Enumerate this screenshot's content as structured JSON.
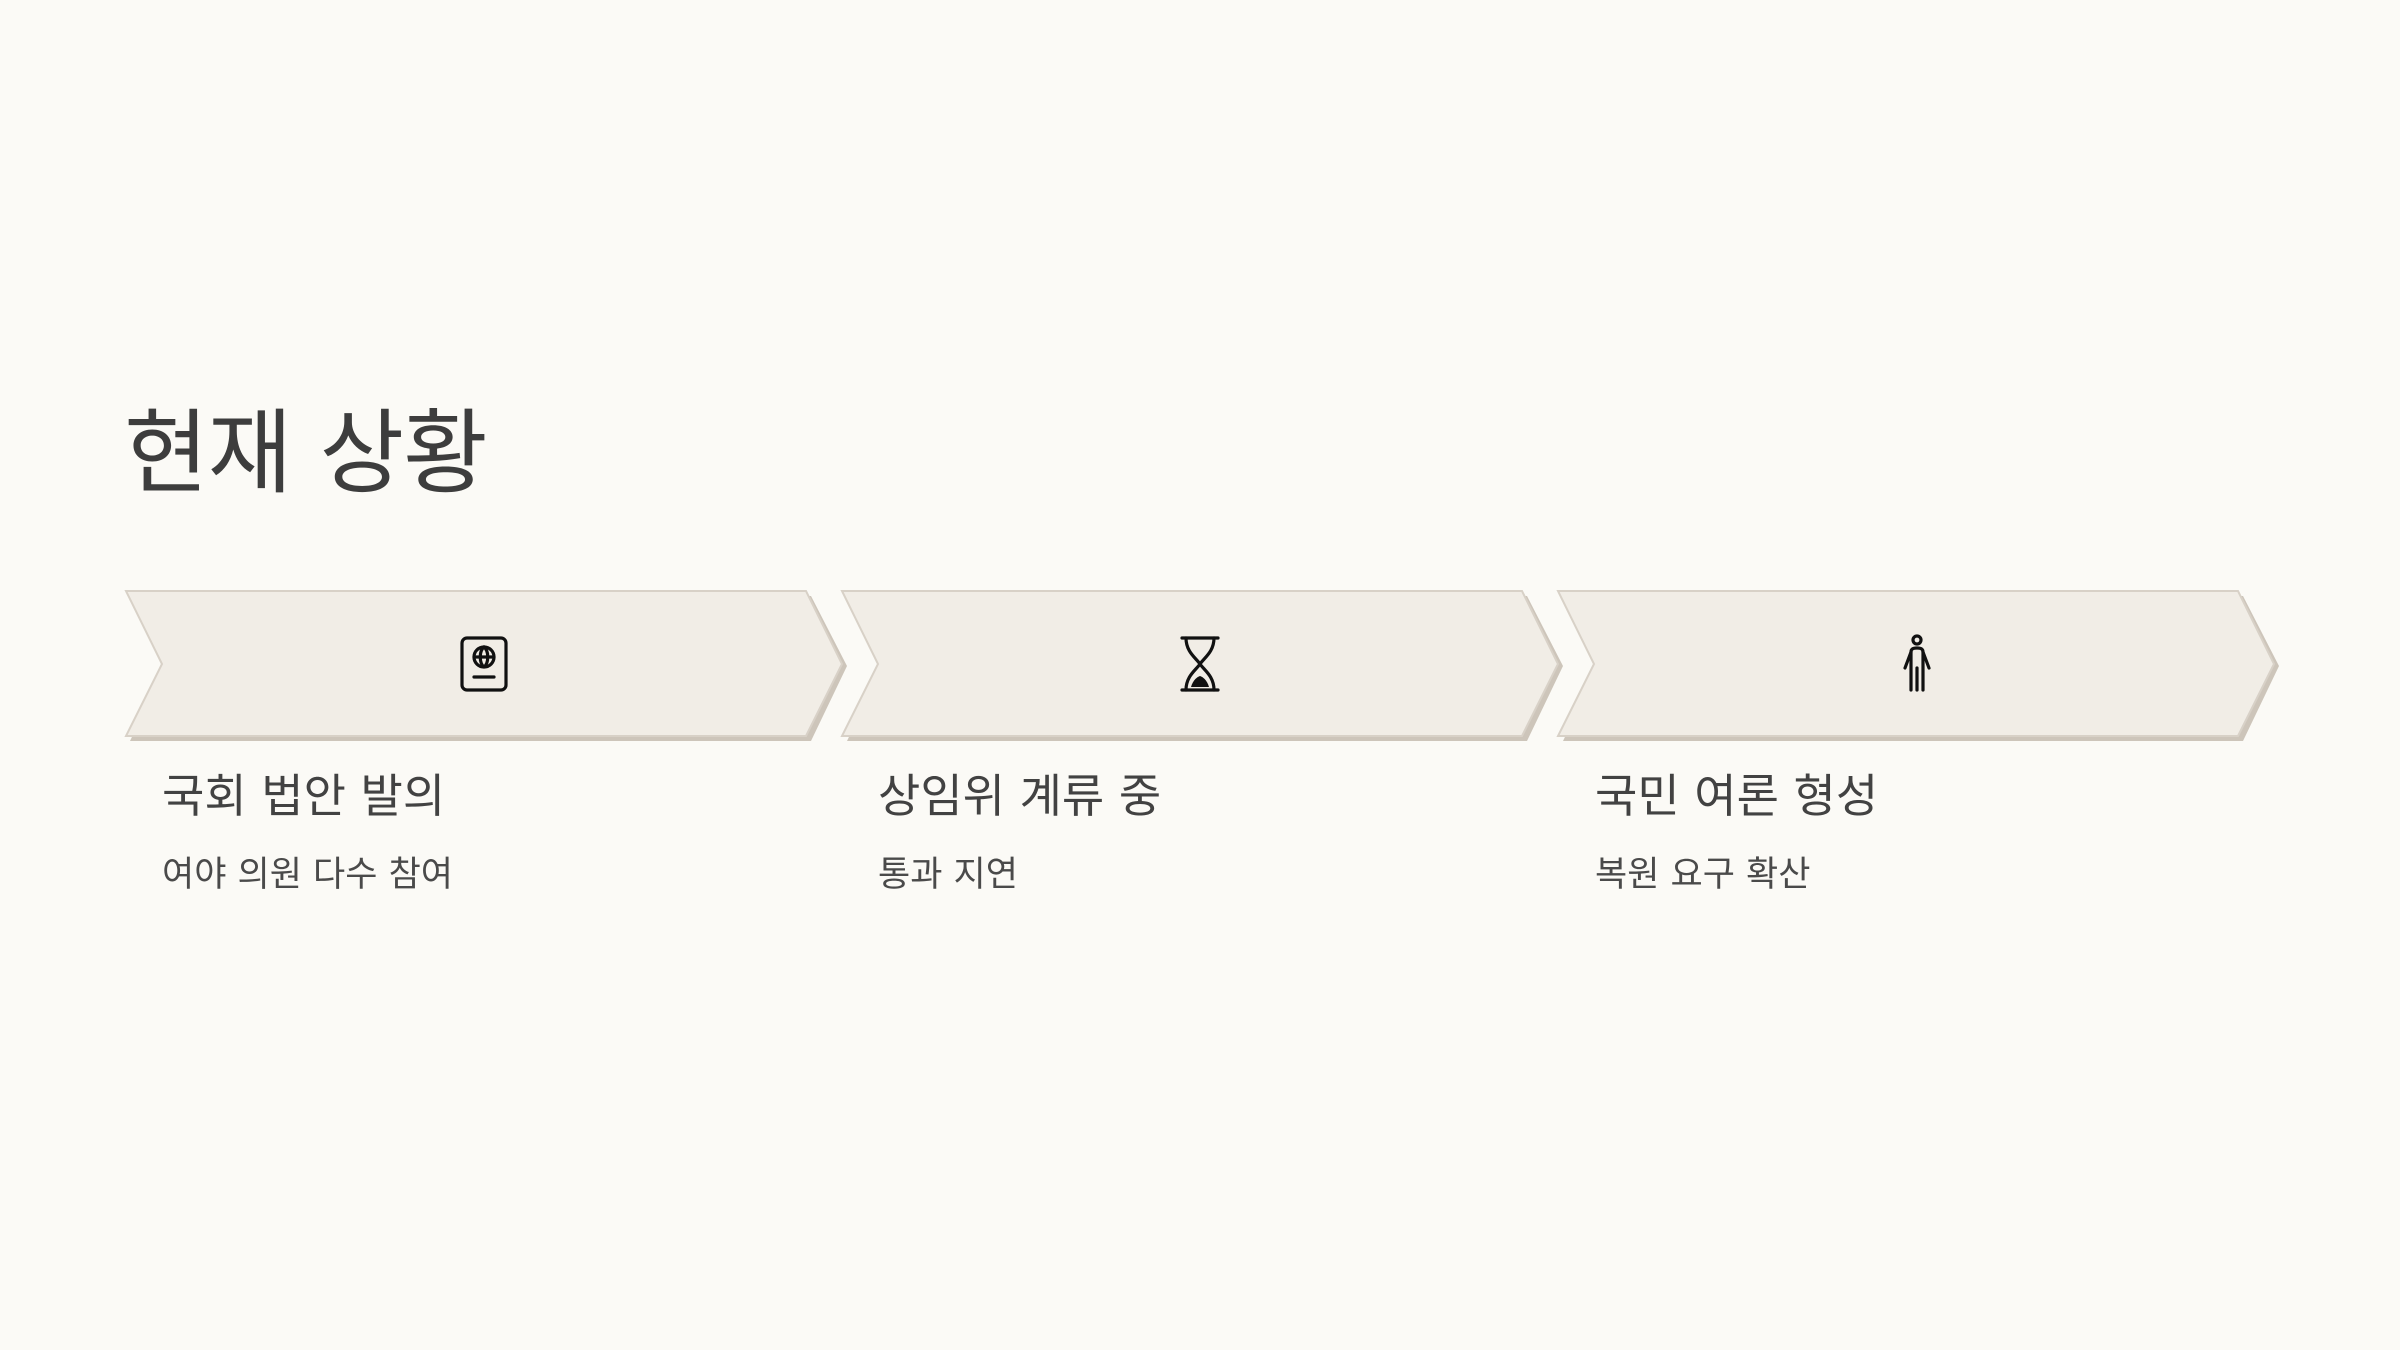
{
  "slide": {
    "title": "현재 상황"
  },
  "colors": {
    "background": "#fbfaf6",
    "chevron_fill": "#f1ede6",
    "chevron_edge": "#d1c9bf",
    "text": "#3f3f3f"
  },
  "steps": [
    {
      "icon": "passport-icon",
      "label": "국회 법안 발의",
      "description": "여야 의원 다수 참여"
    },
    {
      "icon": "hourglass-icon",
      "label": "상임위 계류 중",
      "description": "통과 지연"
    },
    {
      "icon": "person-standing-icon",
      "label": "국민 여론 형성",
      "description": "복원 요구 확산"
    }
  ]
}
